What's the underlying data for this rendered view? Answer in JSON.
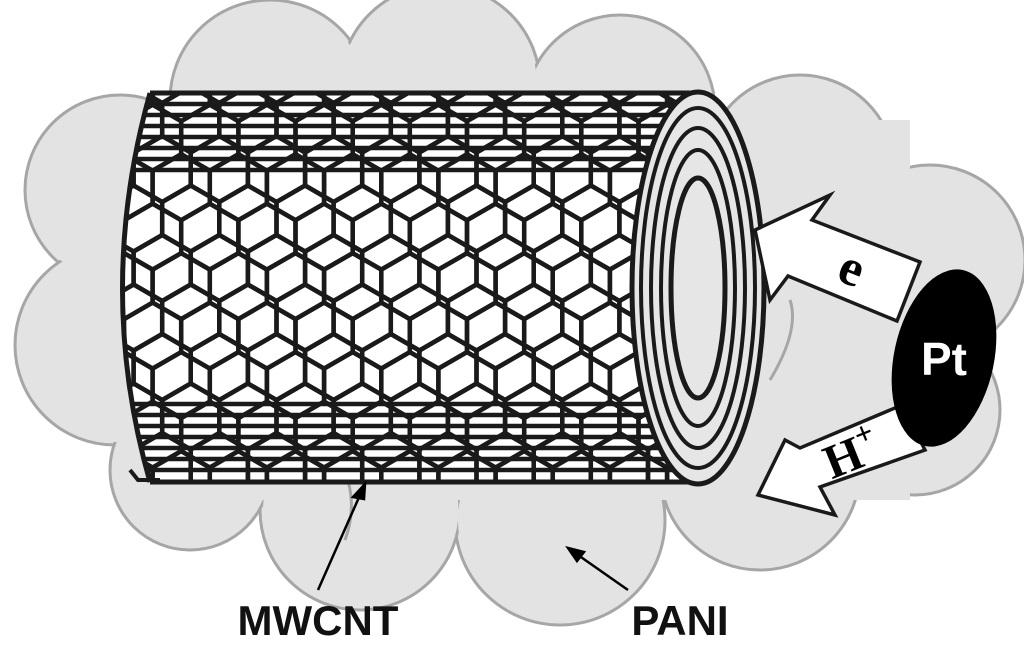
{
  "labels": {
    "electron": "e",
    "proton": "H",
    "proton_charge": "+",
    "catalyst": "Pt",
    "nanotube": "MWCNT",
    "polymer": "PANI"
  },
  "colors": {
    "cloud_fill": "#e3e3e3",
    "cloud_stroke": "#a6a6a6",
    "tube_lines": "#1a1a1a",
    "tube_face": "#e6e6e6",
    "catalyst_fill": "#000000",
    "catalyst_text": "#ffffff",
    "arrow_fill": "#ffffff"
  }
}
